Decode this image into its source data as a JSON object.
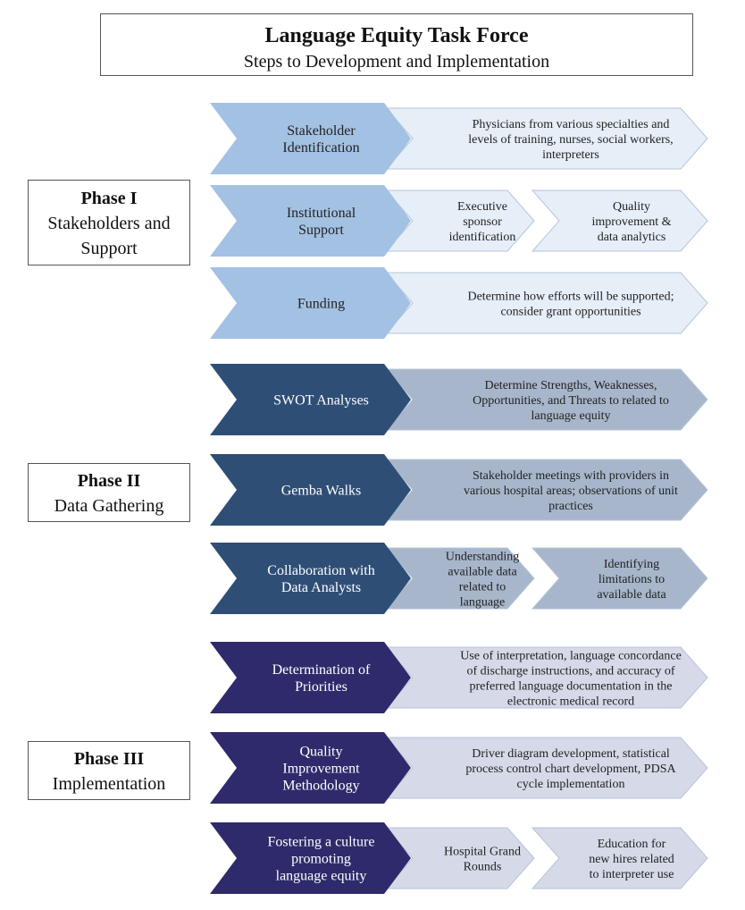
{
  "header": {
    "title": "Language Equity Task Force",
    "subtitle": "Steps to Development and Implementation"
  },
  "colors": {
    "phase1_main": "#a3c1e3",
    "phase1_detail": "#e6eef8",
    "phase2_main": "#2e4e76",
    "phase2_detail": "#a7b6cb",
    "phase3_main": "#2f2a6b",
    "phase3_detail": "#d6d9e8",
    "detail_border": "#b6c4d9",
    "text_light": "#ffffff",
    "text_dark": "#222222"
  },
  "phases": [
    {
      "id": "phase1",
      "name": "Phase I",
      "title_lines": [
        "Stakeholders and",
        "Support"
      ],
      "rows": [
        {
          "label": [
            "Stakeholder",
            "Identification"
          ],
          "details": [
            {
              "lines": [
                "Physicians from various specialties and",
                "levels of training, nurses, social workers,",
                "interpreters"
              ]
            }
          ]
        },
        {
          "label": [
            "Institutional",
            "Support"
          ],
          "details": [
            {
              "lines": [
                "Executive",
                "sponsor",
                "identification"
              ]
            },
            {
              "lines": [
                "Quality",
                "improvement &",
                "data analytics"
              ]
            }
          ]
        },
        {
          "label": [
            "Funding"
          ],
          "details": [
            {
              "lines": [
                "Determine how efforts will be supported;",
                "consider grant opportunities"
              ]
            }
          ]
        }
      ]
    },
    {
      "id": "phase2",
      "name": "Phase II",
      "title_lines": [
        "Data Gathering"
      ],
      "rows": [
        {
          "label": [
            "SWOT Analyses"
          ],
          "details": [
            {
              "lines": [
                "Determine Strengths, Weaknesses,",
                "Opportunities, and Threats to related to",
                "language equity"
              ]
            }
          ]
        },
        {
          "label": [
            "Gemba Walks"
          ],
          "details": [
            {
              "lines": [
                "Stakeholder meetings with providers in",
                "various hospital areas; observations of unit",
                "practices"
              ]
            }
          ]
        },
        {
          "label": [
            "Collaboration with",
            "Data Analysts"
          ],
          "details": [
            {
              "lines": [
                "Understanding",
                "available data",
                "related to",
                "language"
              ]
            },
            {
              "lines": [
                "Identifying",
                "limitations to",
                "available data"
              ]
            }
          ]
        }
      ]
    },
    {
      "id": "phase3",
      "name": "Phase III",
      "title_lines": [
        "Implementation"
      ],
      "rows": [
        {
          "label": [
            "Determination of",
            "Priorities"
          ],
          "details": [
            {
              "lines": [
                "Use of interpretation, language concordance",
                "of discharge instructions, and accuracy of",
                "preferred language documentation in the",
                "electronic medical record"
              ]
            }
          ]
        },
        {
          "label": [
            "Quality",
            "Improvement",
            "Methodology"
          ],
          "details": [
            {
              "lines": [
                "Driver diagram development, statistical",
                "process control chart development, PDSA",
                "cycle implementation"
              ]
            }
          ]
        },
        {
          "label": [
            "Fostering a culture",
            "promoting",
            "language equity"
          ],
          "details": [
            {
              "lines": [
                "Hospital Grand",
                "Rounds"
              ]
            },
            {
              "lines": [
                "Education for",
                "new hires related",
                "to interpreter use"
              ]
            }
          ]
        }
      ]
    }
  ]
}
